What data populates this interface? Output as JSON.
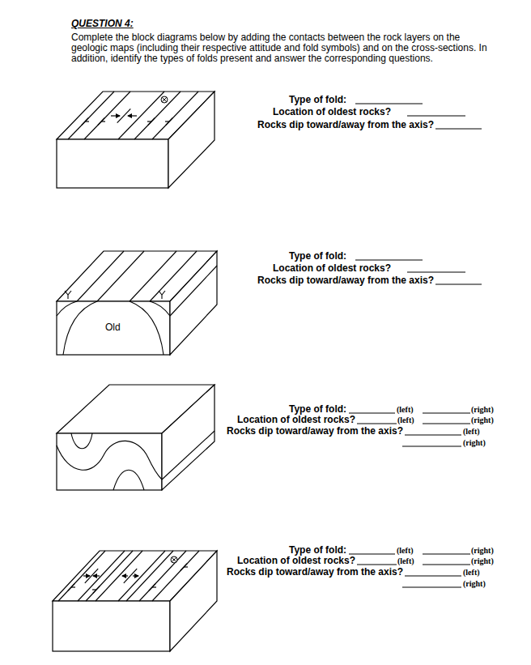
{
  "diagram": {
    "title": "QUESTION 4:",
    "labels": [
      "Complete the block diagrams below by adding the contacts between the rock layers on the geologic maps (including their respective attitude and fold symbols) and on the cross-sections.  In addition, identify the types of folds present and answer the corresponding questions.",
      "Type of fold:",
      "Location of oldest rocks?",
      "Rocks dip toward/away from the axis?",
      "Type of fold:",
      "Location of oldest rocks?",
      "Rocks dip toward/away from the axis?",
      "Old",
      "Type of fold:",
      "(left)",
      "(right)",
      "Location of oldest rocks?",
      "(left)",
      "(right)",
      "Rocks dip toward/away from the axis?",
      "(left)",
      "(right)",
      "Type of fold:",
      "(left)",
      "(right)",
      "Location of oldest rocks?",
      "(left)",
      "(right)",
      "Rocks dip toward/away from the axis?",
      "(left)",
      "(right)"
    ]
  }
}
